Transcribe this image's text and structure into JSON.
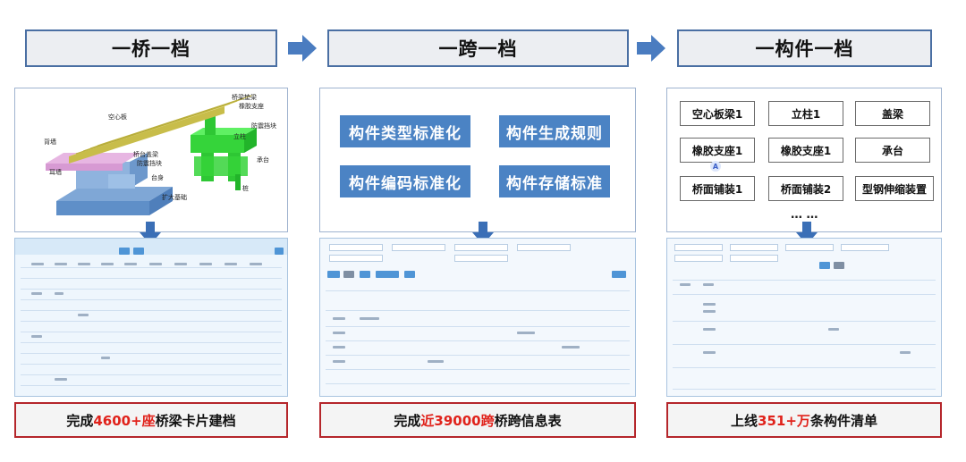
{
  "headers": [
    "一桥一档",
    "一跨一档",
    "一构件一档"
  ],
  "bridge_labels": {
    "deck_slab": "空心板",
    "bearing": "桥梁垫梁",
    "rubber": "橡胶支座",
    "anti_seismic_block": "防震挡块",
    "column": "立柱",
    "cap": "承台",
    "pile": "桩",
    "back_wall": "背墙",
    "ear_wall": "耳墙",
    "abutment_beam": "桥台盖梁",
    "abutment_block": "防震挡块",
    "abutment": "台身",
    "foundation": "扩大基础"
  },
  "standards": [
    "构件类型标准化",
    "构件生成规则",
    "构件编码标准化",
    "构件存储标准"
  ],
  "components": {
    "row1": [
      "空心板梁1",
      "立柱1",
      "盖梁"
    ],
    "row2": [
      "橡胶支座1",
      "橡胶支座1",
      "承台"
    ],
    "row3": [
      "桥面铺装1",
      "桥面铺装2",
      "型钢伸缩装置"
    ],
    "more": "… …",
    "marker": "A"
  },
  "captions": [
    {
      "prefix": "完成",
      "highlight": "4600+座",
      "suffix": "桥梁卡片建档"
    },
    {
      "prefix": "完成",
      "highlight": "近39000跨",
      "suffix": "桥跨信息表"
    },
    {
      "prefix": "上线",
      "highlight": "351+万",
      "suffix": "条构件清单"
    }
  ],
  "colors": {
    "header_border": "#4a6fa3",
    "arrow": "#4a7cc0",
    "tag_bg": "#4b83c4",
    "caption_border": "#b5262b",
    "highlight": "#e0221b"
  }
}
